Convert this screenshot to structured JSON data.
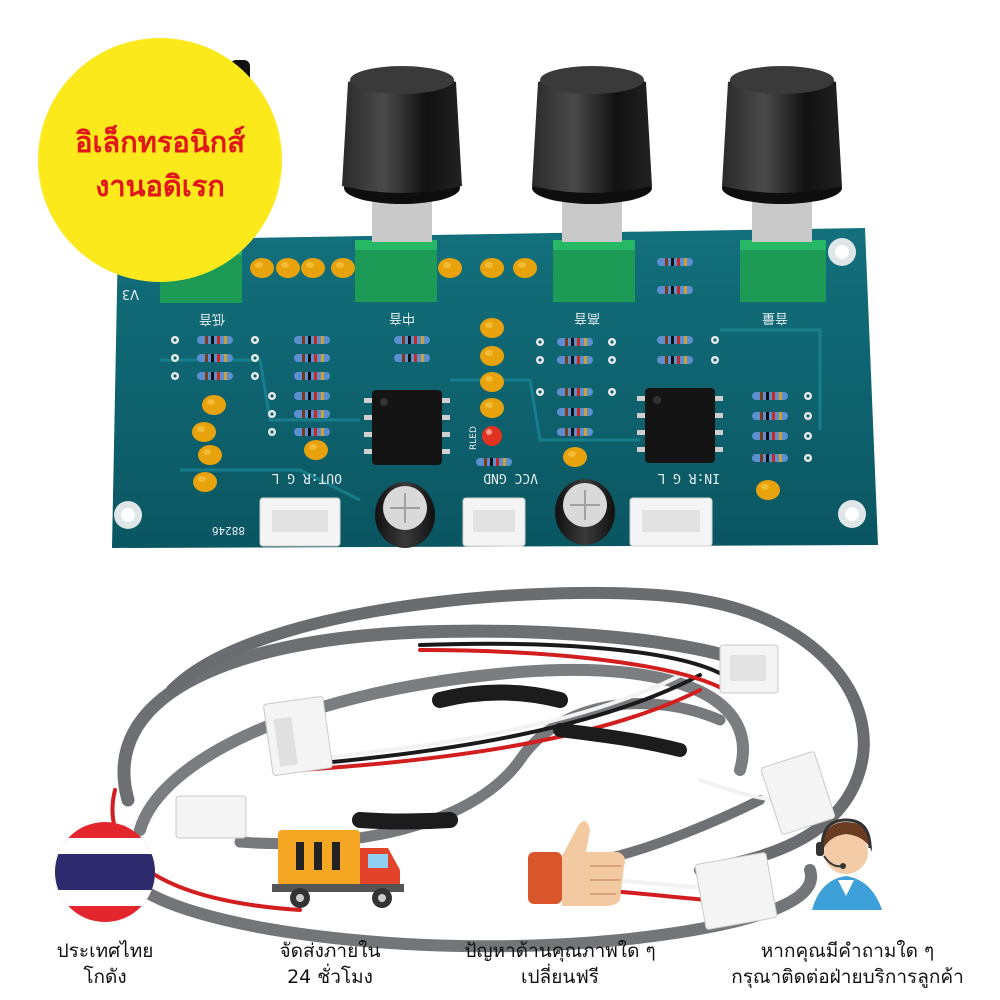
{
  "badge": {
    "line1": "อิเล็กทรอนิกส์",
    "line2": "งานอดิเรก",
    "fill": "#fce91c",
    "text_color": "#e0161a"
  },
  "board": {
    "pcb_color": "#0d6470",
    "silkscreen": {
      "v3": "V3",
      "out_label": "OUT:R  G  L",
      "in_label": "IN:R  G  L",
      "power_label": "VCC GND",
      "model": "8824б",
      "led_label": "RLED",
      "knob_labels": [
        "低音",
        "中音",
        "高音",
        "音量"
      ]
    },
    "knobs": [
      "bass-knob",
      "mid-knob",
      "treble-knob",
      "volume-knob"
    ]
  },
  "features": [
    {
      "icon": "thailand-flag-icon",
      "line1": "ประเทศไทย",
      "line2": "โกดัง"
    },
    {
      "icon": "delivery-truck-icon",
      "line1": "จัดส่งภายใน",
      "line2": "24 ชั่วโมง"
    },
    {
      "icon": "thumbs-up-icon",
      "line1": "ปัญหาด้านคุณภาพใด ๆ",
      "line2": "เปลี่ยนฟรี"
    },
    {
      "icon": "customer-service-icon",
      "line1": "หากคุณมีคำถามใด ๆ",
      "line2": "กรุณาติดต่อฝ่ายบริการลูกค้า"
    }
  ],
  "colors": {
    "cable_gray": "#6d6f72",
    "wire_red": "#d21e1e",
    "wire_white": "#f2f2f2",
    "wire_black": "#1a1a1a",
    "knob": "#141414",
    "pot_green": "#1d9a55",
    "cap_yellow": "#e8a20c"
  }
}
